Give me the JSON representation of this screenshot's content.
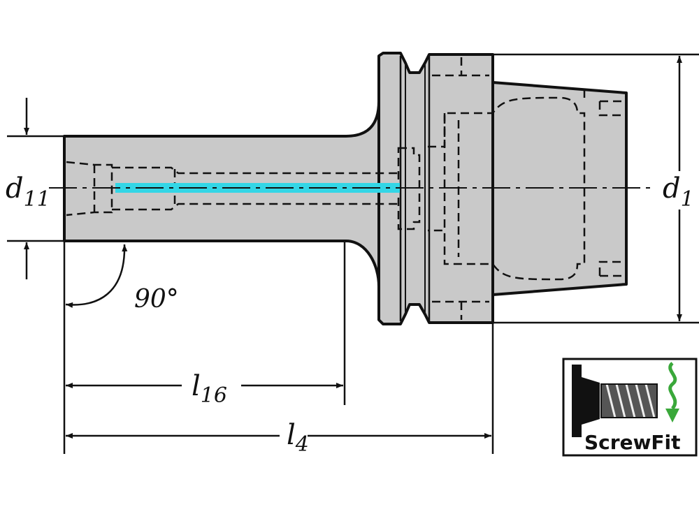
{
  "labels": {
    "d11_main": "d",
    "d11_sub": "11",
    "d1_main": "d",
    "d1_sub": "1",
    "angle": "90°",
    "l16_main": "l",
    "l16_sub": "16",
    "l4_main": "l",
    "l4_sub": "4"
  },
  "logo": {
    "text": "ScrewFit"
  },
  "colors": {
    "body_fill": "#c9c9c9",
    "outline": "#111111",
    "coolant_channel": "#33d6e6",
    "logo_arrow": "#3aa83a"
  }
}
